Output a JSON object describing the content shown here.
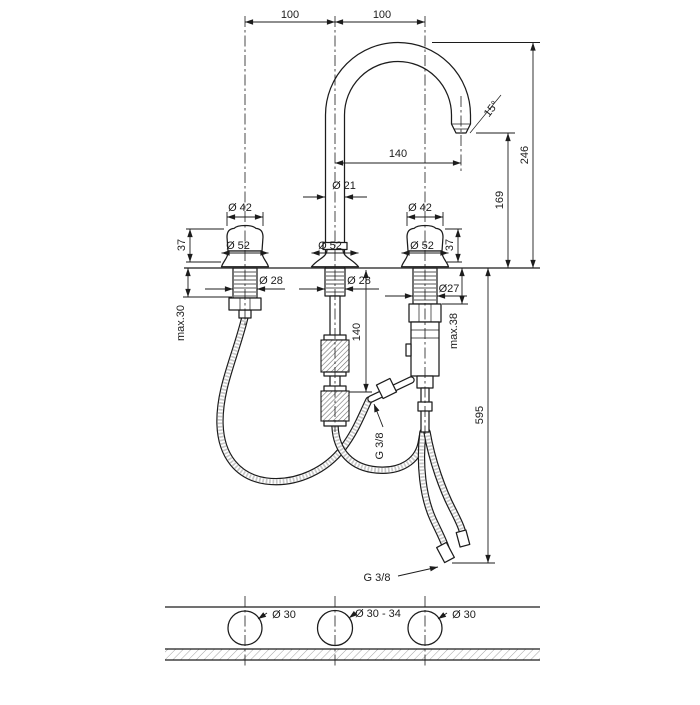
{
  "colors": {
    "line": "#1c1c1c",
    "hatch_gray": "#9a9a9a",
    "background": "#ffffff"
  },
  "dimensions": {
    "top_span_left": "100",
    "top_span_right": "100",
    "spout_reach": "140",
    "spout_angle": "15°",
    "total_height": "246",
    "outlet_height": "169",
    "spout_pipe_diameter": "Ø 21",
    "handle_diameter_left": "Ø 42",
    "handle_diameter_right": "Ø 42",
    "handle_height_left": "37",
    "handle_height_right": "37",
    "escutcheon_diameter_left": "Ø 52",
    "escutcheon_diameter_center": "Ø 52",
    "escutcheon_diameter_right": "Ø 52",
    "shank_diameter_left": "Ø 28",
    "shank_diameter_center": "Ø 28",
    "shank_diameter_right": "Ø27",
    "max_deck_thickness_left": "max.30",
    "center_drop": "140",
    "max_deck_thickness_right": "max.38",
    "supply_hose_length": "595",
    "connection_thread_side": "G 3/8",
    "connection_thread_bottom": "G 3/8"
  },
  "cutout_section": {
    "hole_left": "Ø 30",
    "hole_center": "Ø 30 - 34",
    "hole_right": "Ø 30"
  }
}
